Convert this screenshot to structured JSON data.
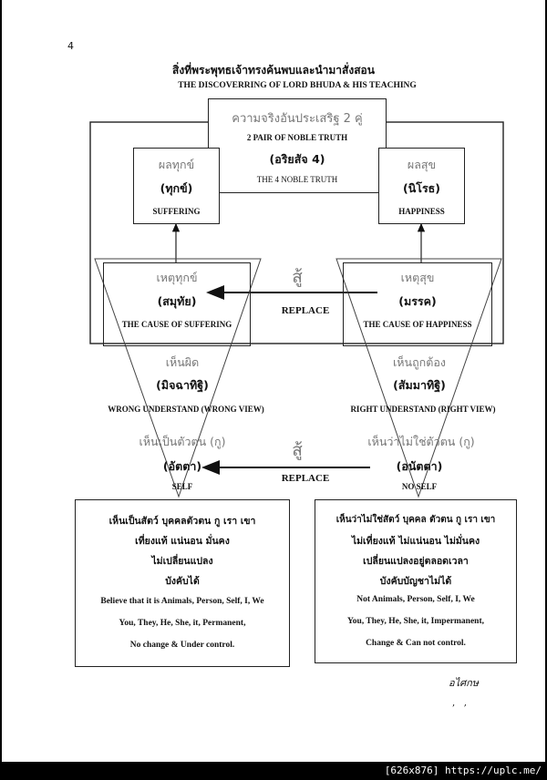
{
  "page_number": "4",
  "title_thai": "สิ่งที่พระพุทธเจ้าทรงค้นพบและนำมาสั่งสอน",
  "title_en": "THE DISCOVERRING  OF  LORD BHUDA & HIS TEACHING",
  "center_box": {
    "thai": "ความจริงอันประเสริฐ 2 คู่",
    "en": "2 PAIR OF NOBLE TRUTH",
    "thai2": "(อริยสัจ 4)",
    "en2": "THE 4 NOBLE  TRUTH"
  },
  "left_top": {
    "thai": "ผลทุกข์",
    "pali": "(ทุกข์)",
    "en": "SUFFERING"
  },
  "right_top": {
    "thai": "ผลสุข",
    "pali": "(นิโรธ)",
    "en": "HAPPINESS"
  },
  "left_mid": {
    "thai": "เหตุทุกข์",
    "pali": "(สมุทัย)",
    "en": "THE CAUSE OF SUFFERING"
  },
  "right_mid": {
    "thai": "เหตุสุข",
    "pali": "(มรรค)",
    "en": "THE CAUSE OF HAPPINESS"
  },
  "replace1": {
    "thai": "สู้",
    "en": "REPLACE"
  },
  "left_view": {
    "thai": "เห็นผิด",
    "pali": "(มิจฉาทิฐิ)",
    "en": "WRONG  UNDERSTAND (WRONG VIEW)"
  },
  "right_view": {
    "thai": "เห็นถูกต้อง",
    "pali": "(สัมมาทิฐิ)",
    "en": "RIGHT  UNDERSTAND (RIGHT VIEW)"
  },
  "left_self": {
    "thai": "เห็นเป็นตัวตน (กู)",
    "pali": "(อัตตา)",
    "en": "SELF"
  },
  "right_self": {
    "thai": "เห็นว่าไม่ใช่ตัวตน (กู)",
    "pali": "(อนัตตา)",
    "en": "NO  SELF"
  },
  "replace2": {
    "thai": "สู้",
    "en": "REPLACE"
  },
  "left_bottom": {
    "lines_thai": [
      "เห็นเป็นสัตว์ บุคคลตัวตน กู เรา เขา",
      "เที่ยงแท้ แน่นอน  มั่นคง",
      "ไม่เปลี่ยนแปลง",
      "บังคับได้"
    ],
    "lines_en": [
      "Believe that it is Animals, Person,  Self, I, We",
      "You, They, He, She, it,  Permanent,",
      "No change & Under control."
    ]
  },
  "right_bottom": {
    "lines_thai": [
      "เห็นว่าไม่ใช่สัตว์ บุคคล  ตัวตน กู เรา เขา",
      "ไม่เที่ยงแท้  ไม่แน่นอน  ไม่มั่นคง",
      "เปลี่ยนแปลงอยู่ตลอดเวลา",
      "บังคับบัญชาไม่ได้"
    ],
    "lines_en": [
      "Not Animals, Person,  Self, I, We",
      "You, They, He, She, it,  Impermanent,",
      "Change & Can not control."
    ]
  },
  "signature": "อไศกษ",
  "footer_text": "[626x876] https://uplc.me/"
}
